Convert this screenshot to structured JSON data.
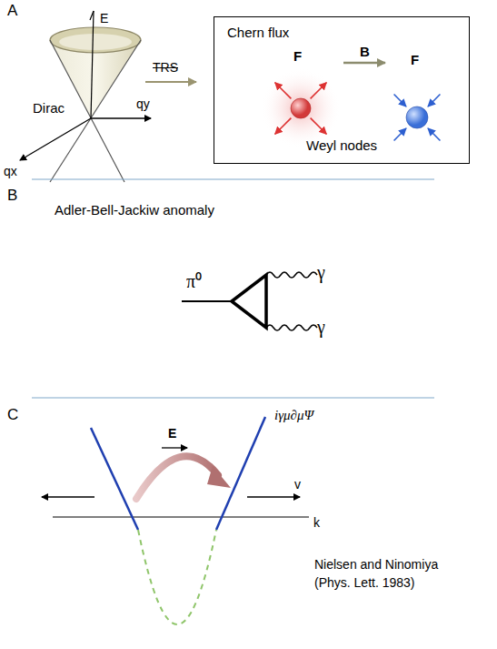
{
  "diagram": {
    "nodes": [
      {
        "text": [
          "Weyl nodes"
        ]
      },
      {
        "text": [
          "Chern flux",
          "F"
        ],
        "in": 0
      },
      {
        "text": [
          "F"
        ],
        "in": 0
      }
    ],
    "edges": [
      {
        "from": 1,
        "to": 2,
        "arrow": "to",
        "label": "B"
      }
    ],
    "labels": [
      "A",
      "E",
      "Dirac",
      "qy",
      "qx",
      "TRS",
      "B",
      "Adler-Bell-Jackiw anomaly",
      "π⁰",
      "γ",
      "γ",
      "C",
      "iγμ∂μΨ",
      "E",
      "v",
      "k",
      "Nielsen and Ninomiya",
      "(Phys. Lett. 1983)"
    ]
  }
}
